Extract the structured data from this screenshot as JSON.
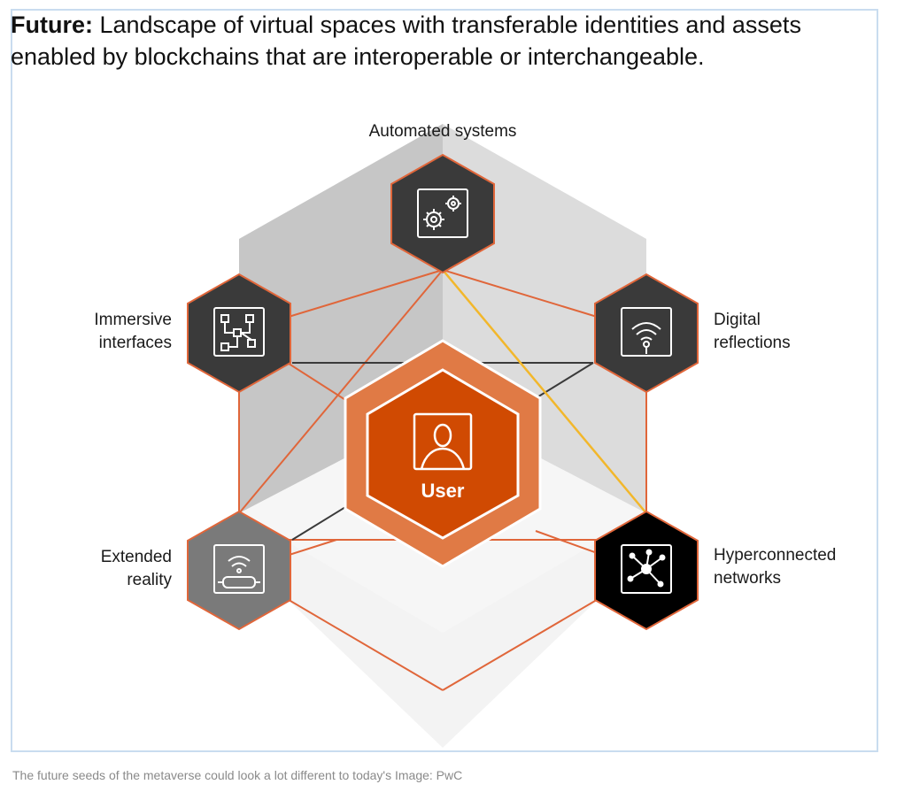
{
  "title": {
    "bold": "Future:",
    "text": " Landscape of virtual spaces with transferable identities and assets enabled by blockchains that are interoperable or interchangeable."
  },
  "nodes": {
    "automated_systems": {
      "label": "Automated systems",
      "icon": "gears-icon",
      "color": "#3a3a3a"
    },
    "immersive_interfaces": {
      "label_line1": "Immersive",
      "label_line2": "interfaces",
      "icon": "circuit-icon",
      "color": "#3a3a3a"
    },
    "digital_reflections": {
      "label_line1": "Digital",
      "label_line2": "reflections",
      "icon": "wifi-signal-icon",
      "color": "#3a3a3a"
    },
    "extended_reality": {
      "label_line1": "Extended",
      "label_line2": "reality",
      "icon": "vr-headset-icon",
      "color": "#7a7a7a"
    },
    "hyperconnected_networks": {
      "label_line1": "Hyperconnected",
      "label_line2": "networks",
      "icon": "network-hub-icon",
      "color": "#000000"
    }
  },
  "center": {
    "label": "User",
    "icon": "user-icon",
    "color": "#d04a02"
  },
  "colors": {
    "accent": "#e0663a",
    "yellow": "#f2b72b",
    "dark_line": "#3a3a3a"
  },
  "caption": "The future seeds of the metaverse could look a lot different to today's Image: PwC"
}
